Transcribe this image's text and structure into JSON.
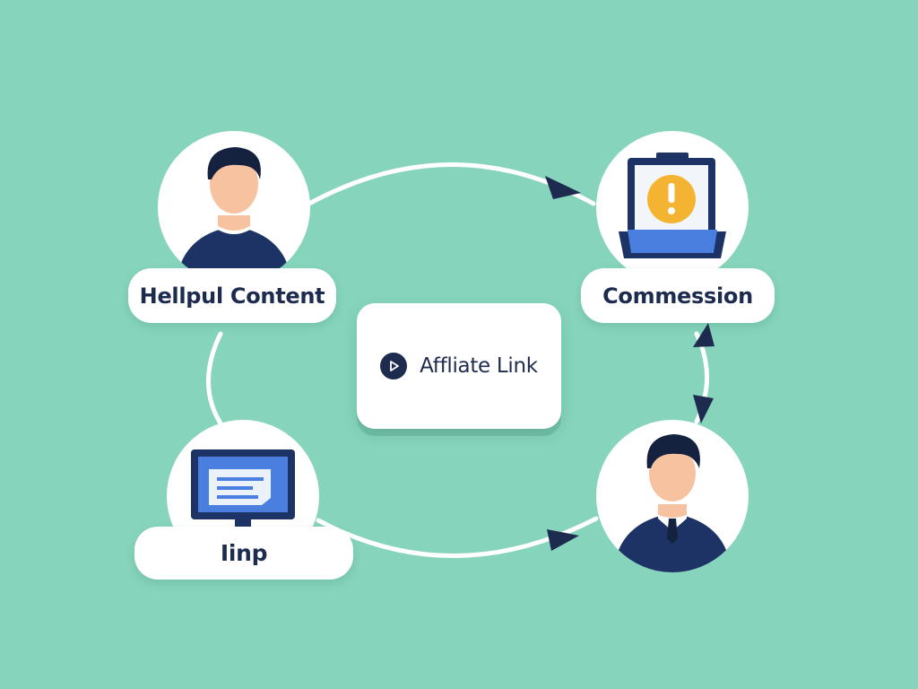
{
  "diagram": {
    "nodes": {
      "helpful_content": {
        "label": "Hellpul Content",
        "icon": "person-icon"
      },
      "commission": {
        "label": "Commession",
        "icon": "clipboard-alert-icon"
      },
      "inp": {
        "label": "Iinp",
        "icon": "monitor-icon"
      },
      "customer": {
        "icon": "businessman-icon"
      }
    },
    "center": {
      "label": "Affliate Link",
      "icon": "play-icon"
    }
  },
  "colors": {
    "background": "#86d4bc",
    "navy": "#1d3366",
    "skin": "#f7c2a0",
    "screen_blue": "#4a7fe0",
    "alert_yellow": "#f5b332",
    "arrow": "#1d2b4f"
  }
}
